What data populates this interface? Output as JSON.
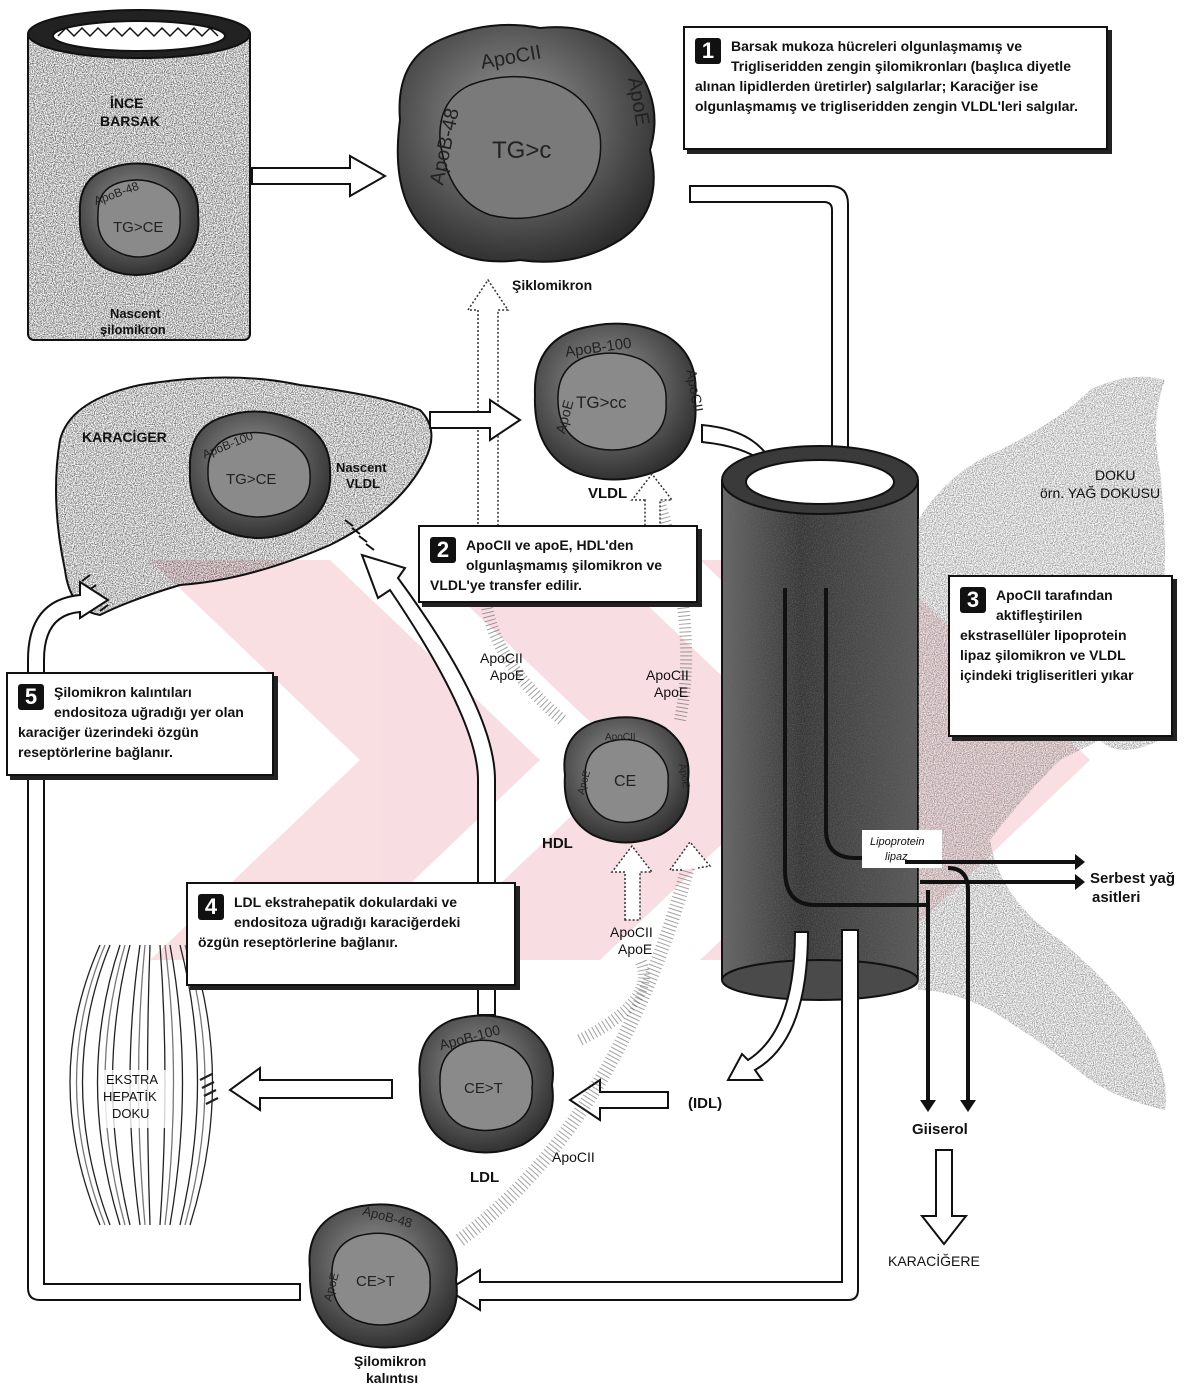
{
  "labels": {
    "ince_barsak_1": "İNCE",
    "ince_barsak_2": "BARSAK",
    "nascent_silomikron_1": "Nascent",
    "nascent_silomikron_2": "şilomikron",
    "silomikron": "Şiklomikron",
    "vldl": "VLDL",
    "hdl": "HDL",
    "ldl": "LDL",
    "idl": "(IDL)",
    "karaciger": "KARACİGER",
    "nascent_vldl_1": "Nascent",
    "nascent_vldl_2": "VLDL",
    "doku_1": "DOKU",
    "doku_2": "örn. YAĞ DOKUSU",
    "lipoprotein_lipaz_1": "Lipoprotein",
    "lipoprotein_lipaz_2": "lipaz",
    "serbest_1": "Serbest yağ",
    "serbest_2": "asitleri",
    "gliserol": "Giiserol",
    "karacigere": "KARACİĞERE",
    "ekstra_1": "EKSTRA",
    "ekstra_2": "HEPATİK",
    "ekstra_3": "DOKU",
    "kalinti_1": "Şilomikron",
    "kalinti_2": "kalıntısı",
    "apocii_apoe_left_1": "ApoCII",
    "apocii_apoe_left_2": "ApoE",
    "apocii_apoe_right_1": "ApoCII",
    "apocii_apoe_right_2": "ApoE",
    "apocii_apoe_mid_1": "ApoCII",
    "apocii_apoe_mid_2": "ApoE",
    "apocii_bottom": "ApoCII"
  },
  "particles": {
    "chylo": {
      "core": "TG>c",
      "apo_top": "ApoCII",
      "apo_left": "ApoB-48",
      "apo_right": "ApoE"
    },
    "nascent_chylo": {
      "core": "TG>CE",
      "apo": "ApoB-48"
    },
    "vldl": {
      "core": "TG>cc",
      "apo_top": "ApoB-100",
      "apo_left": "ApoE",
      "apo_right": "ApoCII"
    },
    "nascent_vldl": {
      "core": "TG>CE",
      "apo": "ApoB-100"
    },
    "hdl": {
      "core": "CE",
      "apo_top": "ApoCII",
      "apo_left": "ApoE",
      "apo_right": "ApoE"
    },
    "ldl": {
      "core": "CE>T",
      "apo": "ApoB-100"
    },
    "remnant": {
      "core": "CE>T",
      "apo_top": "ApoB-48",
      "apo_left": "ApoE"
    }
  },
  "steps": [
    {
      "num": "1",
      "text": "Barsak mukoza hücreleri olgunlaşmamış ve Trigliseridden zengin şilomikronları (başlıca diyetle alınan lipidlerden üretirler) salgılarlar; Karaciğer ise olgunlaşmamış ve trigliseridden zengin VLDL'leri salgılar."
    },
    {
      "num": "2",
      "text": "ApoCII ve apoE, HDL'den olgunlaşmamış şilomikron ve VLDL'ye transfer edilir."
    },
    {
      "num": "3",
      "text": "ApoCII tarafından aktifleştirilen ekstrasellüler lipoprotein lipaz şilomikron ve VLDL içindeki trigliseritleri yıkar"
    },
    {
      "num": "4",
      "text": "LDL ekstrahepatik dokulardaki ve endositoza uğradığı karaciğerdeki özgün reseptörlerine bağlanır."
    },
    {
      "num": "5",
      "text": "Şilomikron kalıntıları endositoza uğradığı yer olan karaciğer üzerindeki özgün reseptörlerine bağlanır."
    }
  ],
  "colors": {
    "ink": "#111111",
    "stipple": "#555555",
    "watermark": "#f6c9cf"
  }
}
